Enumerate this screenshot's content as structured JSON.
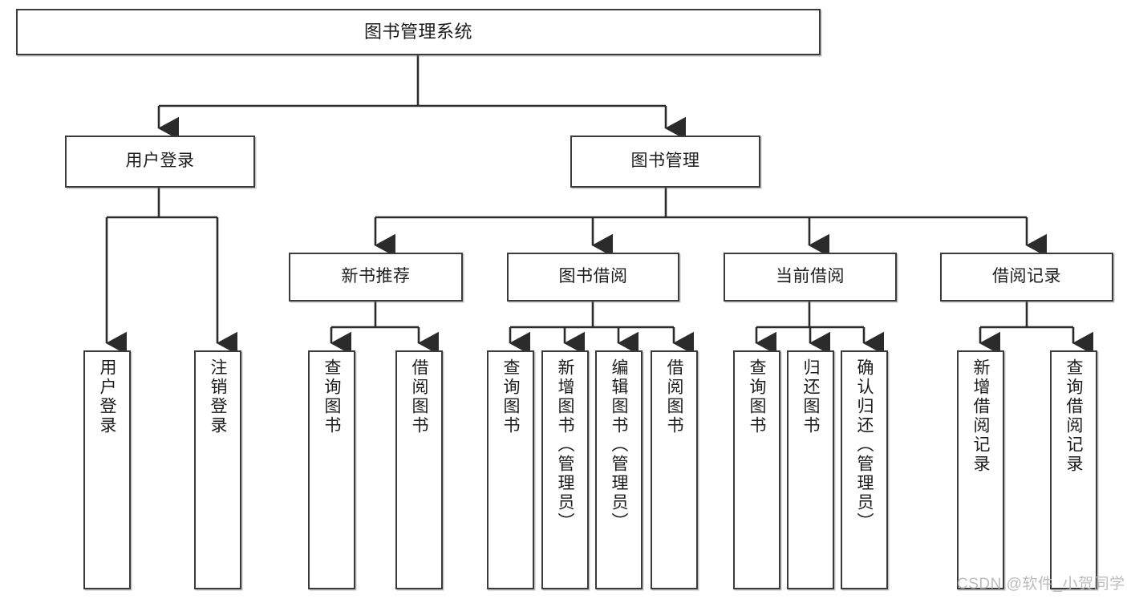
{
  "diagram": {
    "title": "图书管理系统",
    "type": "tree-hierarchy",
    "root": {
      "label": "图书管理系统"
    },
    "level1": [
      {
        "label": "用户登录"
      },
      {
        "label": "图书管理"
      }
    ],
    "level2": [
      {
        "label": "新书推荐",
        "parent": "图书管理"
      },
      {
        "label": "图书借阅",
        "parent": "图书管理"
      },
      {
        "label": "当前借阅",
        "parent": "图书管理"
      },
      {
        "label": "借阅记录",
        "parent": "图书管理"
      }
    ],
    "leaves": {
      "user_login": [
        {
          "label": "用户登录"
        },
        {
          "label": "注销登录"
        }
      ],
      "new_book_recommend": [
        {
          "label": "查询图书"
        },
        {
          "label": "借阅图书"
        }
      ],
      "book_borrow": [
        {
          "label": "查询图书"
        },
        {
          "label": "新增图书（管理员）"
        },
        {
          "label": "编辑图书（管理员）"
        },
        {
          "label": "借阅图书"
        }
      ],
      "current_borrow": [
        {
          "label": "查询图书"
        },
        {
          "label": "归还图书"
        },
        {
          "label": "确认归还（管理员）"
        }
      ],
      "borrow_record": [
        {
          "label": "新增借阅记录"
        },
        {
          "label": "查询借阅记录"
        }
      ]
    }
  },
  "watermark": {
    "text": "CSDN @软件_小贺同学"
  },
  "colors": {
    "border": "#3b3b3b",
    "text": "#1c1c1c",
    "background": "#ffffff",
    "watermark": "#b9b9b9"
  }
}
